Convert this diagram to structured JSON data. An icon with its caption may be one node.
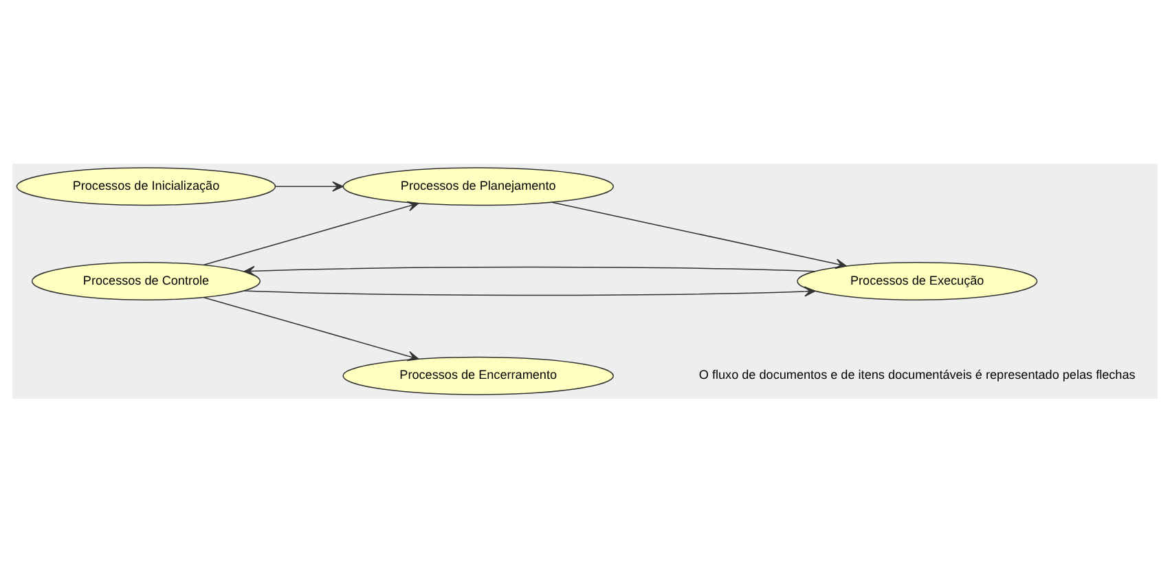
{
  "diagram": {
    "nodes": [
      {
        "text": [
          "Processos de Inicialização"
        ]
      },
      {
        "text": [
          "Processos de Planejamento"
        ]
      },
      {
        "text": [
          "Processos de Controle"
        ]
      },
      {
        "text": [
          "Processos de Execução"
        ]
      },
      {
        "text": [
          "Processos de Encerramento"
        ]
      }
    ],
    "edges": [
      {
        "from": 0,
        "to": 1,
        "arrow": "to"
      },
      {
        "from": 1,
        "to": 3,
        "arrow": "to"
      },
      {
        "from": 2,
        "to": 1,
        "arrow": "to"
      },
      {
        "from": 2,
        "to": 3,
        "arrow": "to"
      },
      {
        "from": 3,
        "to": 2,
        "arrow": "to"
      },
      {
        "from": 2,
        "to": 4,
        "arrow": "to"
      }
    ],
    "labels": [
      "O fluxo de documentos e de itens documentáveis é representado pelas flechas"
    ]
  }
}
